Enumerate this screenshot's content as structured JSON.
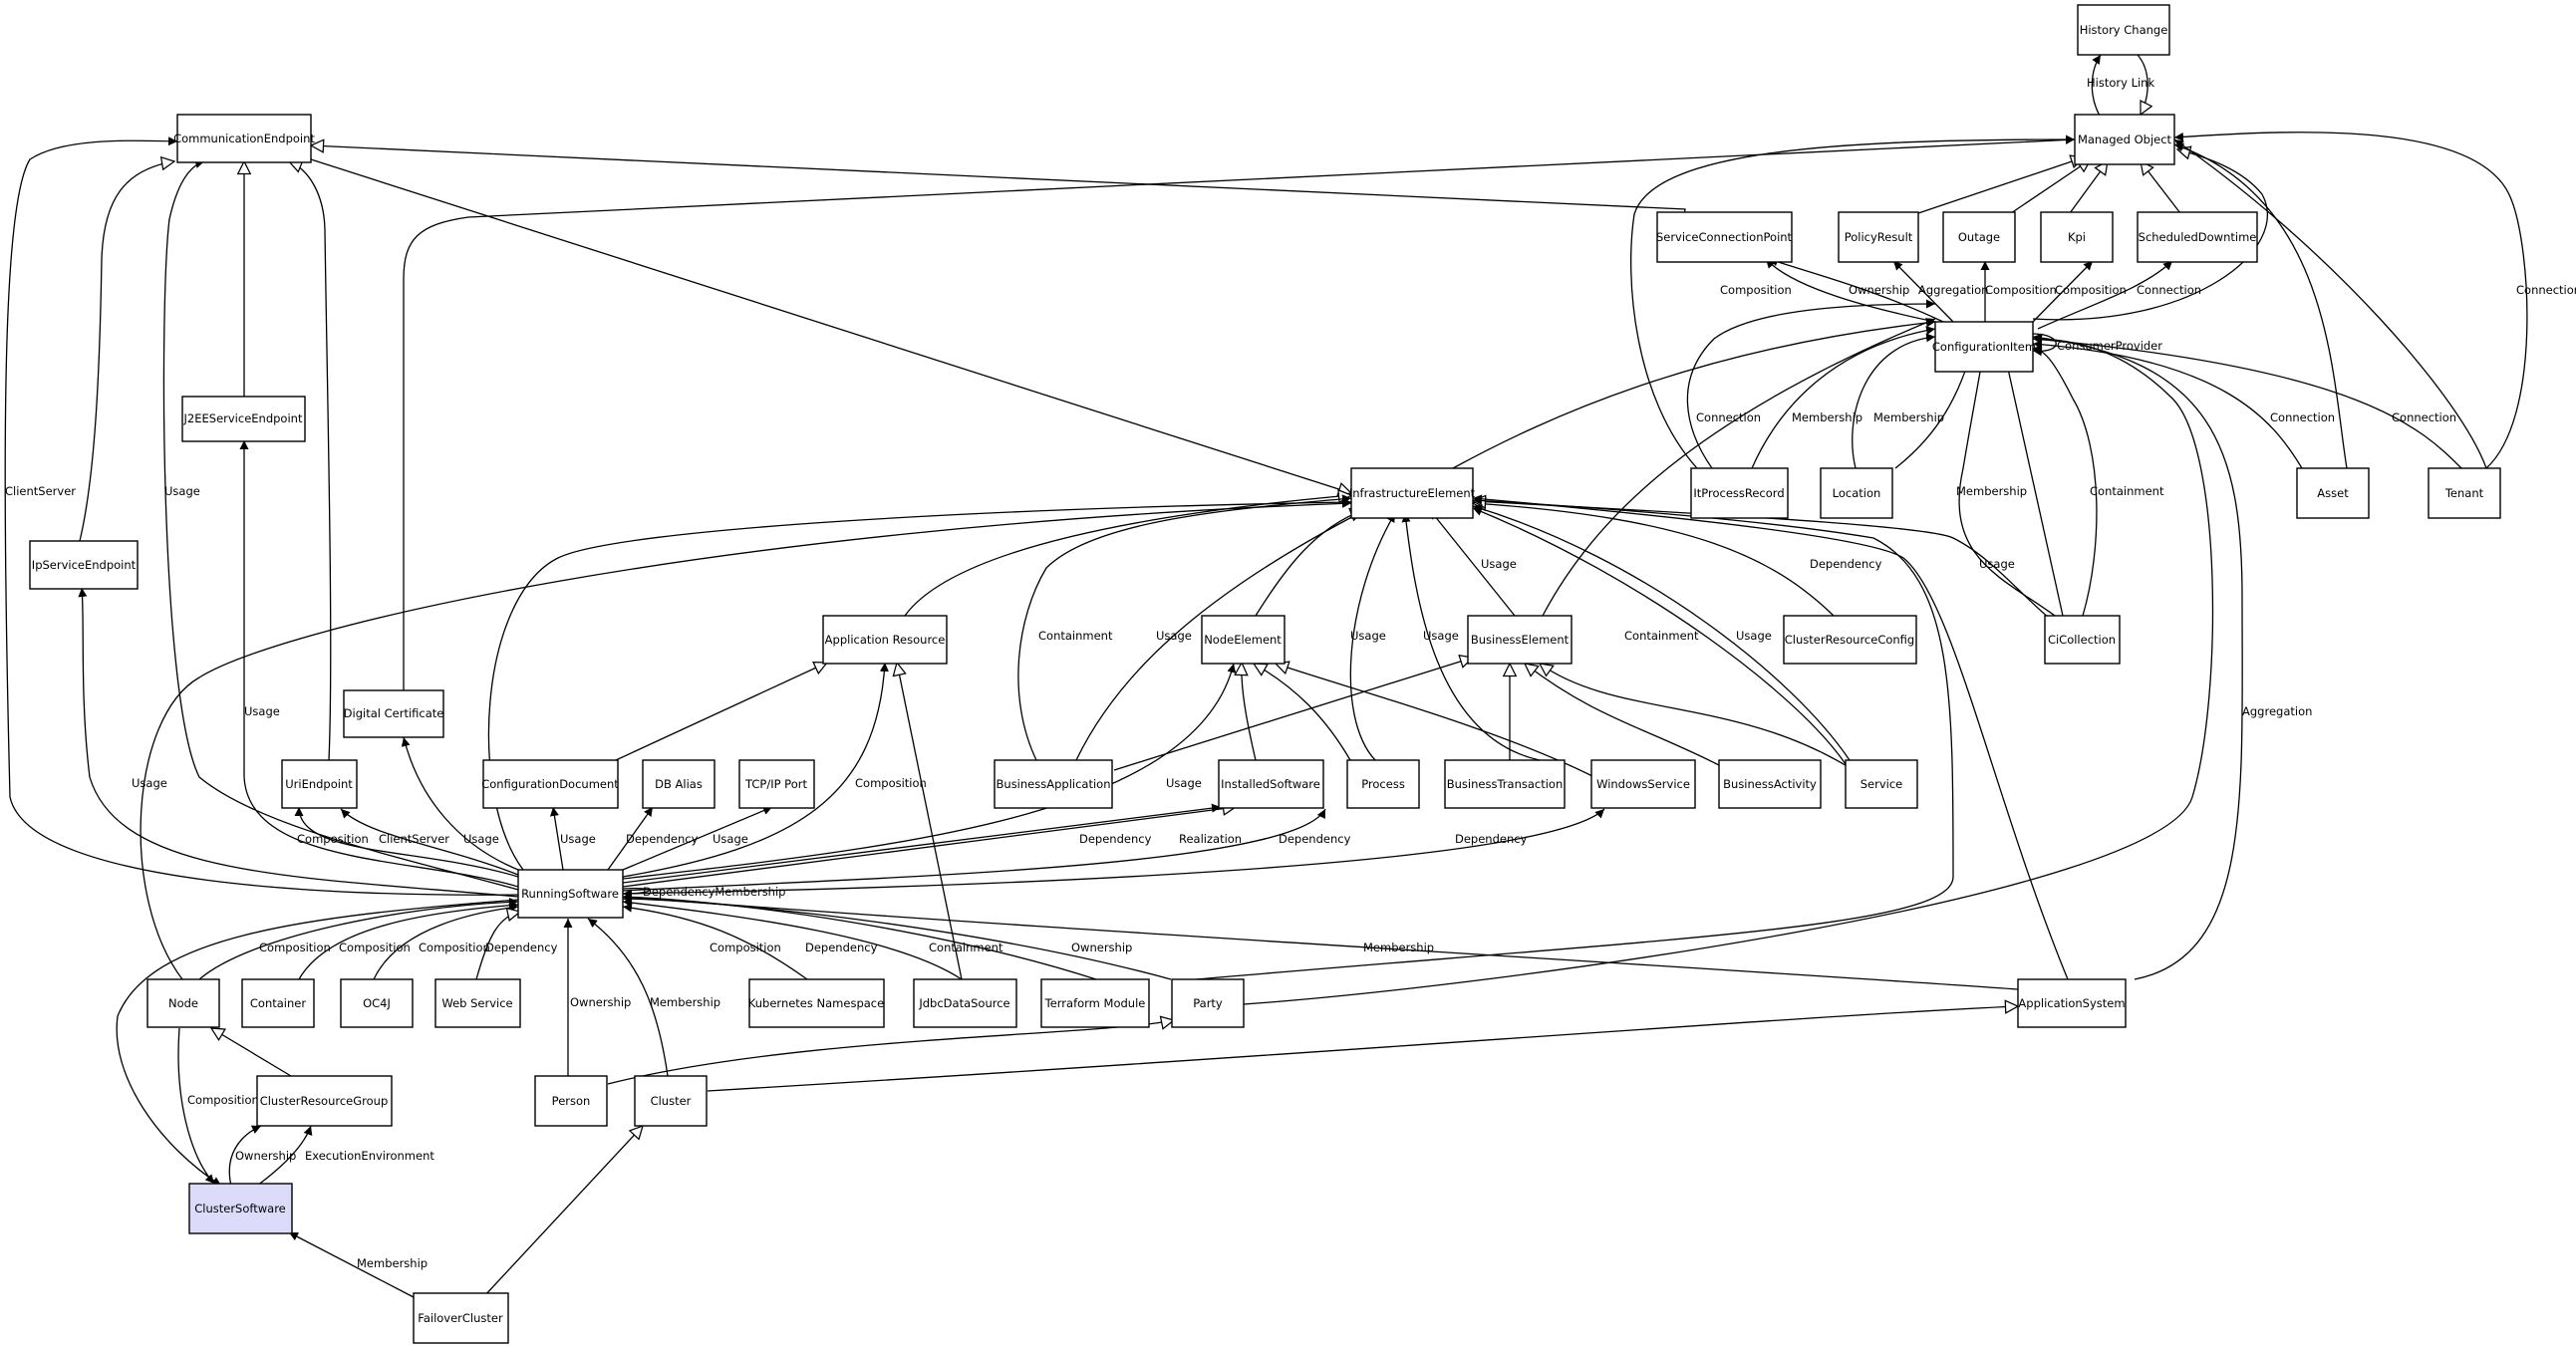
{
  "nodes": {
    "history_change": "History Change",
    "managed_object": "Managed Object",
    "communication_endpoint": "CommunicationEndpoint",
    "service_connection_point": "ServiceConnectionPoint",
    "policy_result": "PolicyResult",
    "outage": "Outage",
    "kpi": "Kpi",
    "scheduled_downtime": "ScheduledDowntime",
    "configuration_item": "ConfigurationItem",
    "j2ee_service_endpoint": "J2EEServiceEndpoint",
    "infrastructure_element": "InfrastructureElement",
    "it_process_record": "ItProcessRecord",
    "location": "Location",
    "asset": "Asset",
    "tenant": "Tenant",
    "ip_service_endpoint": "IpServiceEndpoint",
    "application_resource": "Application Resource",
    "node_element": "NodeElement",
    "business_element": "BusinessElement",
    "cluster_resource_config": "ClusterResourceConfig",
    "ci_collection": "CiCollection",
    "digital_certificate": "Digital Certificate",
    "uri_endpoint": "UriEndpoint",
    "configuration_document": "ConfigurationDocument",
    "db_alias": "DB Alias",
    "tcp_ip_port": "TCP/IP Port",
    "business_application": "BusinessApplication",
    "installed_software": "InstalledSoftware",
    "process": "Process",
    "business_transaction": "BusinessTransaction",
    "windows_service": "WindowsService",
    "business_activity": "BusinessActivity",
    "service": "Service",
    "running_software": "RunningSoftware",
    "node": "Node",
    "container": "Container",
    "oc4j": "OC4J",
    "web_service": "Web Service",
    "kubernetes_namespace": "Kubernetes Namespace",
    "jdbc_data_source": "JdbcDataSource",
    "terraform_module": "Terraform Module",
    "party": "Party",
    "application_system": "ApplicationSystem",
    "cluster_resource_group": "ClusterResourceGroup",
    "person": "Person",
    "cluster": "Cluster",
    "cluster_software": "ClusterSoftware",
    "failover_cluster": "FailoverCluster"
  },
  "edge_labels": {
    "history_link": "History Link",
    "client_server_left": "ClientServer",
    "usage_comm": "Usage",
    "usage_j2ee": "Usage",
    "usage_ipse": "Usage",
    "composition_uri": "Composition",
    "client_server_uri": "ClientServer",
    "usage_cert": "Usage",
    "usage_confdoc": "Usage",
    "dependency_db": "Dependency",
    "usage_tcp": "Usage",
    "composition_appres": "Composition",
    "usage_nodeel": "Usage",
    "dependency_installed": "Dependency",
    "realization_installed": "Realization",
    "dependency_process": "Dependency",
    "dependency_winsvc": "Dependency",
    "dependency_membership": "DependencyMembership",
    "composition_node": "Composition",
    "composition_container": "Composition",
    "composition_oc4j": "Composition",
    "dependency_websvc": "Dependency",
    "composition_k8s": "Composition",
    "dependency_jdbc": "Dependency",
    "containment_tf": "Containment",
    "ownership_party": "Ownership",
    "membership_appsys": "Membership",
    "ownership_person": "Ownership",
    "membership_cluster": "Membership",
    "composition_cluster_sw": "Composition",
    "ownership_crg": "Ownership",
    "execution_environment": "ExecutionEnvironment",
    "membership_failover": "Membership",
    "composition_scp": "Composition",
    "ownership_scp": "Ownership",
    "aggregation_policy": "Aggregation",
    "composition_outage": "Composition",
    "composition_kpi": "Composition",
    "connection_sched": "Connection",
    "consumer_provider": "ConsumerProvider",
    "connection_itpr": "Connection",
    "membership_itpr": "Membership",
    "membership_loc": "Membership",
    "connection_asset": "Connection",
    "connection_tenant_ci": "Connection",
    "connection_tenant_mo": "Connection",
    "membership_cicoll": "Membership",
    "containment_cicoll": "Containment",
    "usage_cicoll": "Usage",
    "dependency_crc": "Dependency",
    "usage_busel": "Usage",
    "containment_busapp": "Containment",
    "usage_busapp": "Usage",
    "usage_bustx": "Usage",
    "usage_process": "Usage",
    "containment_winsvc": "Containment",
    "usage_service": "Usage",
    "aggregation_appsys": "Aggregation"
  }
}
